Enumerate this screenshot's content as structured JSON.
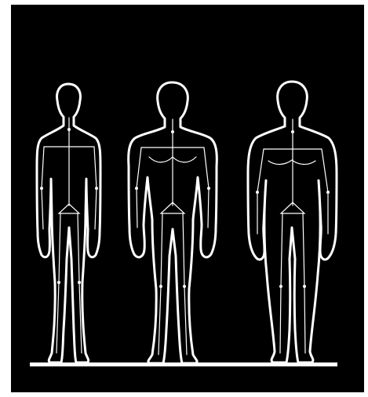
{
  "figure": {
    "background_color": "#000000",
    "frame_color": "#ffffff",
    "line_color": "#ffffff",
    "body_types": [
      "slim",
      "athletic",
      "heavy"
    ]
  }
}
